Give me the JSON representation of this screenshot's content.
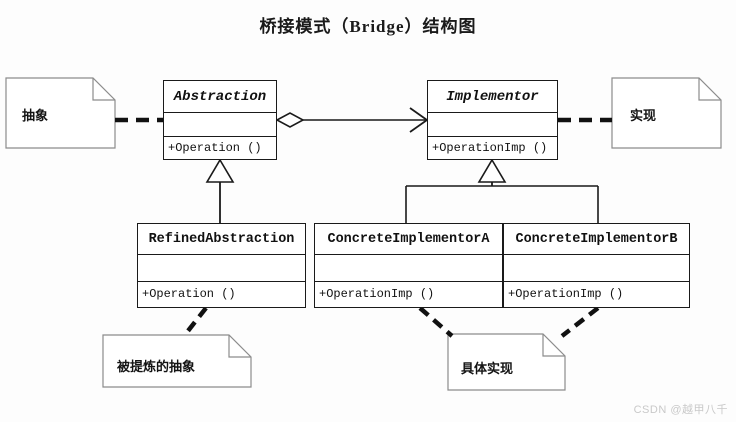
{
  "diagram": {
    "title": "桥接模式（Bridge）结构图",
    "watermark": "CSDN @越甲八千",
    "classes": [
      {
        "id": "abstraction",
        "name": "Abstraction",
        "abstract": true,
        "attributes": "",
        "operations": "+Operation ()"
      },
      {
        "id": "implementor",
        "name": "Implementor",
        "abstract": true,
        "attributes": "",
        "operations": "+OperationImp ()"
      },
      {
        "id": "refined-abstraction",
        "name": "RefinedAbstraction",
        "abstract": false,
        "attributes": "",
        "operations": "+Operation ()"
      },
      {
        "id": "concrete-implementor-a",
        "name": "ConcreteImplementorA",
        "abstract": false,
        "attributes": "",
        "operations": "+OperationImp ()"
      },
      {
        "id": "concrete-implementor-b",
        "name": "ConcreteImplementorB",
        "abstract": false,
        "attributes": "",
        "operations": "+OperationImp ()"
      }
    ],
    "notes": [
      {
        "id": "note-abstract",
        "text": "抽象"
      },
      {
        "id": "note-implement",
        "text": "实现"
      },
      {
        "id": "note-refined-abstract",
        "text": "被提炼的抽象"
      },
      {
        "id": "note-concrete-implement",
        "text": "具体实现"
      }
    ],
    "relations": [
      {
        "id": "aggregation",
        "from": "Abstraction",
        "to": "Implementor",
        "type": "aggregation"
      },
      {
        "id": "generalization-refined",
        "from": "RefinedAbstraction",
        "to": "Abstraction",
        "type": "generalization"
      },
      {
        "id": "generalization-impl-a",
        "from": "ConcreteImplementorA",
        "to": "Implementor",
        "type": "generalization"
      },
      {
        "id": "generalization-impl-b",
        "from": "ConcreteImplementorB",
        "to": "Implementor",
        "type": "generalization"
      }
    ],
    "colors": {
      "line": "#1a1a1a",
      "note_border": "#8c8c8c",
      "background": "#fdfdfd",
      "watermark": "#c9c9c9"
    }
  }
}
